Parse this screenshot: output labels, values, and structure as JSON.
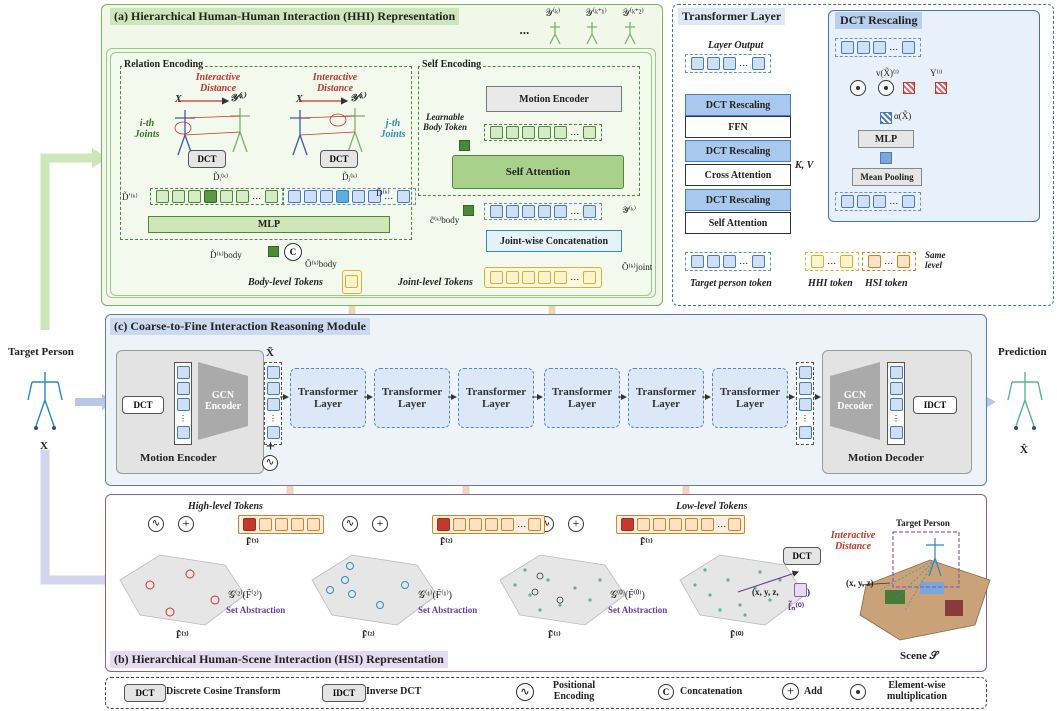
{
  "hhi": {
    "title": "(a) Hierarchical Human-Human Interaction (HHI) Representation",
    "y_k": "𝒴⁽ᵏ⁾",
    "y_k1": "𝒴⁽ᵏ⁺¹⁾",
    "y_k2": "𝒴⁽ᵏ⁺²⁾",
    "ellipsis": "...",
    "relation_encoding": "Relation Encoding",
    "self_encoding": "Self Encoding",
    "interactive_distance": "Interactive Distance",
    "x_label": "X",
    "y_label": "𝒴⁽ᵏ⁾",
    "i_joints": "i-th Joints",
    "j_joints": "j-th Joints",
    "dct": "DCT",
    "d_i": "D̃ᵢ⁽ᵏ⁾",
    "d_j": "D̃ⱼ⁽ᵏ⁾",
    "d_prime": "D̃′⁽ᵏ⁾",
    "d_k": "D̃⁽ᵏ⁾",
    "mlp": "MLP",
    "d_body": "D̃⁽ᵏ⁾body",
    "o_body": "Ō⁽ᵏ⁾body",
    "motion_encoder": "Motion Encoder",
    "learnable_token": "Learnable Body Token",
    "self_attention": "Self Attention",
    "c_body": "c̃⁽ᵏ⁾body",
    "y_tilde": "𝒴̃⁽ᵏ⁾",
    "joint_concat": "Joint-wise Concatenation",
    "o_joint": "Ō⁽ᵏ⁾joint",
    "body_tokens": "Body-level Tokens",
    "joint_tokens": "Joint-level Tokens",
    "concat_symbol": "C"
  },
  "transformer": {
    "title": "Transformer Layer",
    "layer_output": "Layer Output",
    "dct_rescaling": "DCT Rescaling",
    "ffn": "FFN",
    "cross_attention": "Cross Attention",
    "self_attention": "Self Attention",
    "kv": "K, V",
    "target_token": "Target person token",
    "hhi_token": "HHI token",
    "hsi_token": "HSI token",
    "same_level": "Same level",
    "rescaling_title": "DCT Rescaling",
    "v_label": "v(X̃)⁽ˡ⁾",
    "y_l": "Y⁽ˡ⁾",
    "alpha": "α(X̃)",
    "mlp": "MLP",
    "mean_pooling": "Mean Pooling"
  },
  "module": {
    "title": "(c) Coarse-to-Fine Interaction Reasoning Module",
    "target_person": "Target Person",
    "x": "X",
    "prediction": "Prediction",
    "x_hat": "X̂",
    "dct": "DCT",
    "gcn_encoder": "GCN Encoder",
    "x_tilde": "X̃",
    "motion_encoder": "Motion Encoder",
    "transformer_layers": [
      "Transformer Layer",
      "Transformer Layer",
      "Transformer Layer",
      "Transformer Layer",
      "Transformer Layer",
      "Transformer Layer"
    ],
    "gcn_decoder": "GCN Decoder",
    "idct": "IDCT",
    "motion_decoder": "Motion Decoder",
    "plus": "+"
  },
  "hsi": {
    "title": "(b) Hierarchical Human-Scene Interaction (HSI) Representation",
    "high_level": "High-level Tokens",
    "low_level": "Low-level Tokens",
    "f3": "F̃⁽³⁾",
    "f2": "F̃⁽²⁾",
    "f1": "F̃⁽¹⁾",
    "f0": "F̃⁽⁰⁾",
    "g2": "𝒢⁽²⁾(F̃⁽²⁾)",
    "g1": "𝒢⁽¹⁾(F̃⁽¹⁾)",
    "g0": "𝒢⁽⁰⁾(F̃⁽⁰⁾)",
    "set_abstraction": "Set Abstraction",
    "xyz": "(x, y, z,",
    "xyz2": "(x, y, z)",
    "fn0": "f̃ₙ⁽⁰⁾",
    "dct": "DCT",
    "target_person": "Target Person",
    "interactive_distance": "Interactive Distance",
    "scene": "Scene 𝒮"
  },
  "legend": {
    "dct_key": "DCT",
    "dct_text": "Discrete Cosine Transform",
    "idct_key": "IDCT",
    "idct_text": "Inverse DCT",
    "pe_text": "Positional Encoding",
    "concat_text": "Concatenation",
    "add_text": "Add",
    "mult_text": "Element-wise multiplication"
  },
  "colors": {
    "hhi_bg": "#eef6e6",
    "hhi_border": "#7fb069",
    "transformer_border": "#4a6fa5",
    "module_bg": "#eef3fa",
    "module_border": "#5a7fb8",
    "hsi_border": "#8a5fb0",
    "orange": "#e8c8a0",
    "green_arrow": "#c8e6b0"
  }
}
